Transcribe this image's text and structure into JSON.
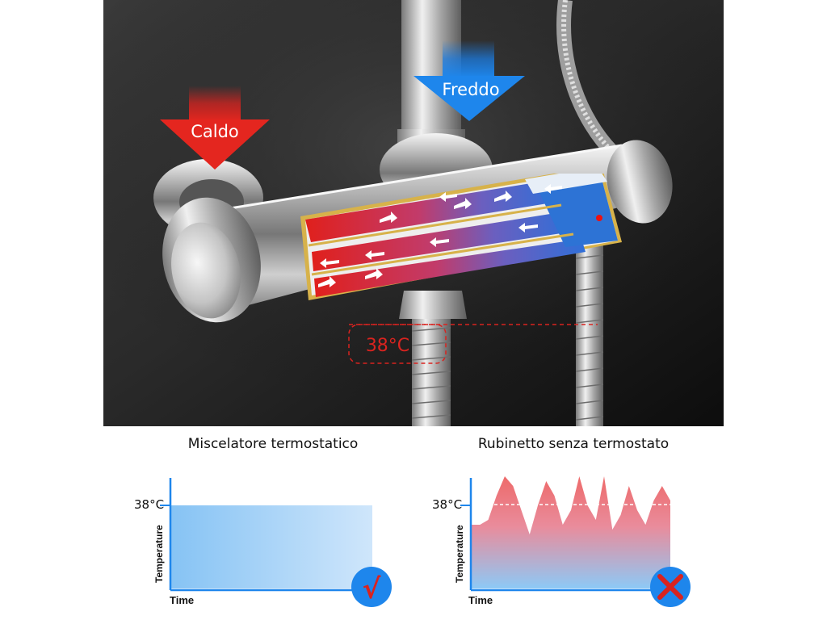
{
  "photo": {
    "hot_label": "Caldo",
    "cold_label": "Freddo",
    "temperature_callout": "38°C"
  },
  "colors": {
    "hot": "#d9231f",
    "cold": "#1b7be0",
    "backdrop": "#1a1a1a"
  },
  "charts": {
    "left": {
      "title": "Miscelatore termostatico",
      "y_label": "Temperature",
      "x_label": "Time",
      "reference_label": "38°C",
      "status_icon": "check-icon"
    },
    "right": {
      "title": "Rubinetto senza termostato",
      "y_label": "Temperature",
      "x_label": "Time",
      "reference_label": "38°C",
      "status_icon": "cross-icon"
    }
  },
  "chart_data": [
    {
      "type": "area",
      "title": "Miscelatore termostatico",
      "xlabel": "Time",
      "ylabel": "Temperature",
      "reference_line": 38,
      "x": [
        0,
        1,
        2,
        3,
        4,
        5,
        6,
        7,
        8,
        9,
        10
      ],
      "y": [
        38,
        38,
        38,
        38,
        38,
        38,
        38,
        38,
        38,
        38,
        38
      ]
    },
    {
      "type": "area",
      "title": "Rubinetto senza termostato",
      "xlabel": "Time",
      "ylabel": "Temperature",
      "reference_line": 38,
      "x": [
        0,
        1,
        2,
        3,
        4,
        5,
        6,
        7,
        8,
        9,
        10,
        11,
        12,
        13,
        14,
        15,
        16,
        17,
        18,
        19,
        20,
        21,
        22,
        23,
        24
      ],
      "y": [
        34,
        34,
        35,
        40,
        44,
        42,
        37,
        32,
        38,
        43,
        40,
        34,
        37,
        44,
        38,
        35,
        44,
        33,
        36,
        42,
        37,
        34,
        39,
        42,
        39
      ]
    }
  ]
}
